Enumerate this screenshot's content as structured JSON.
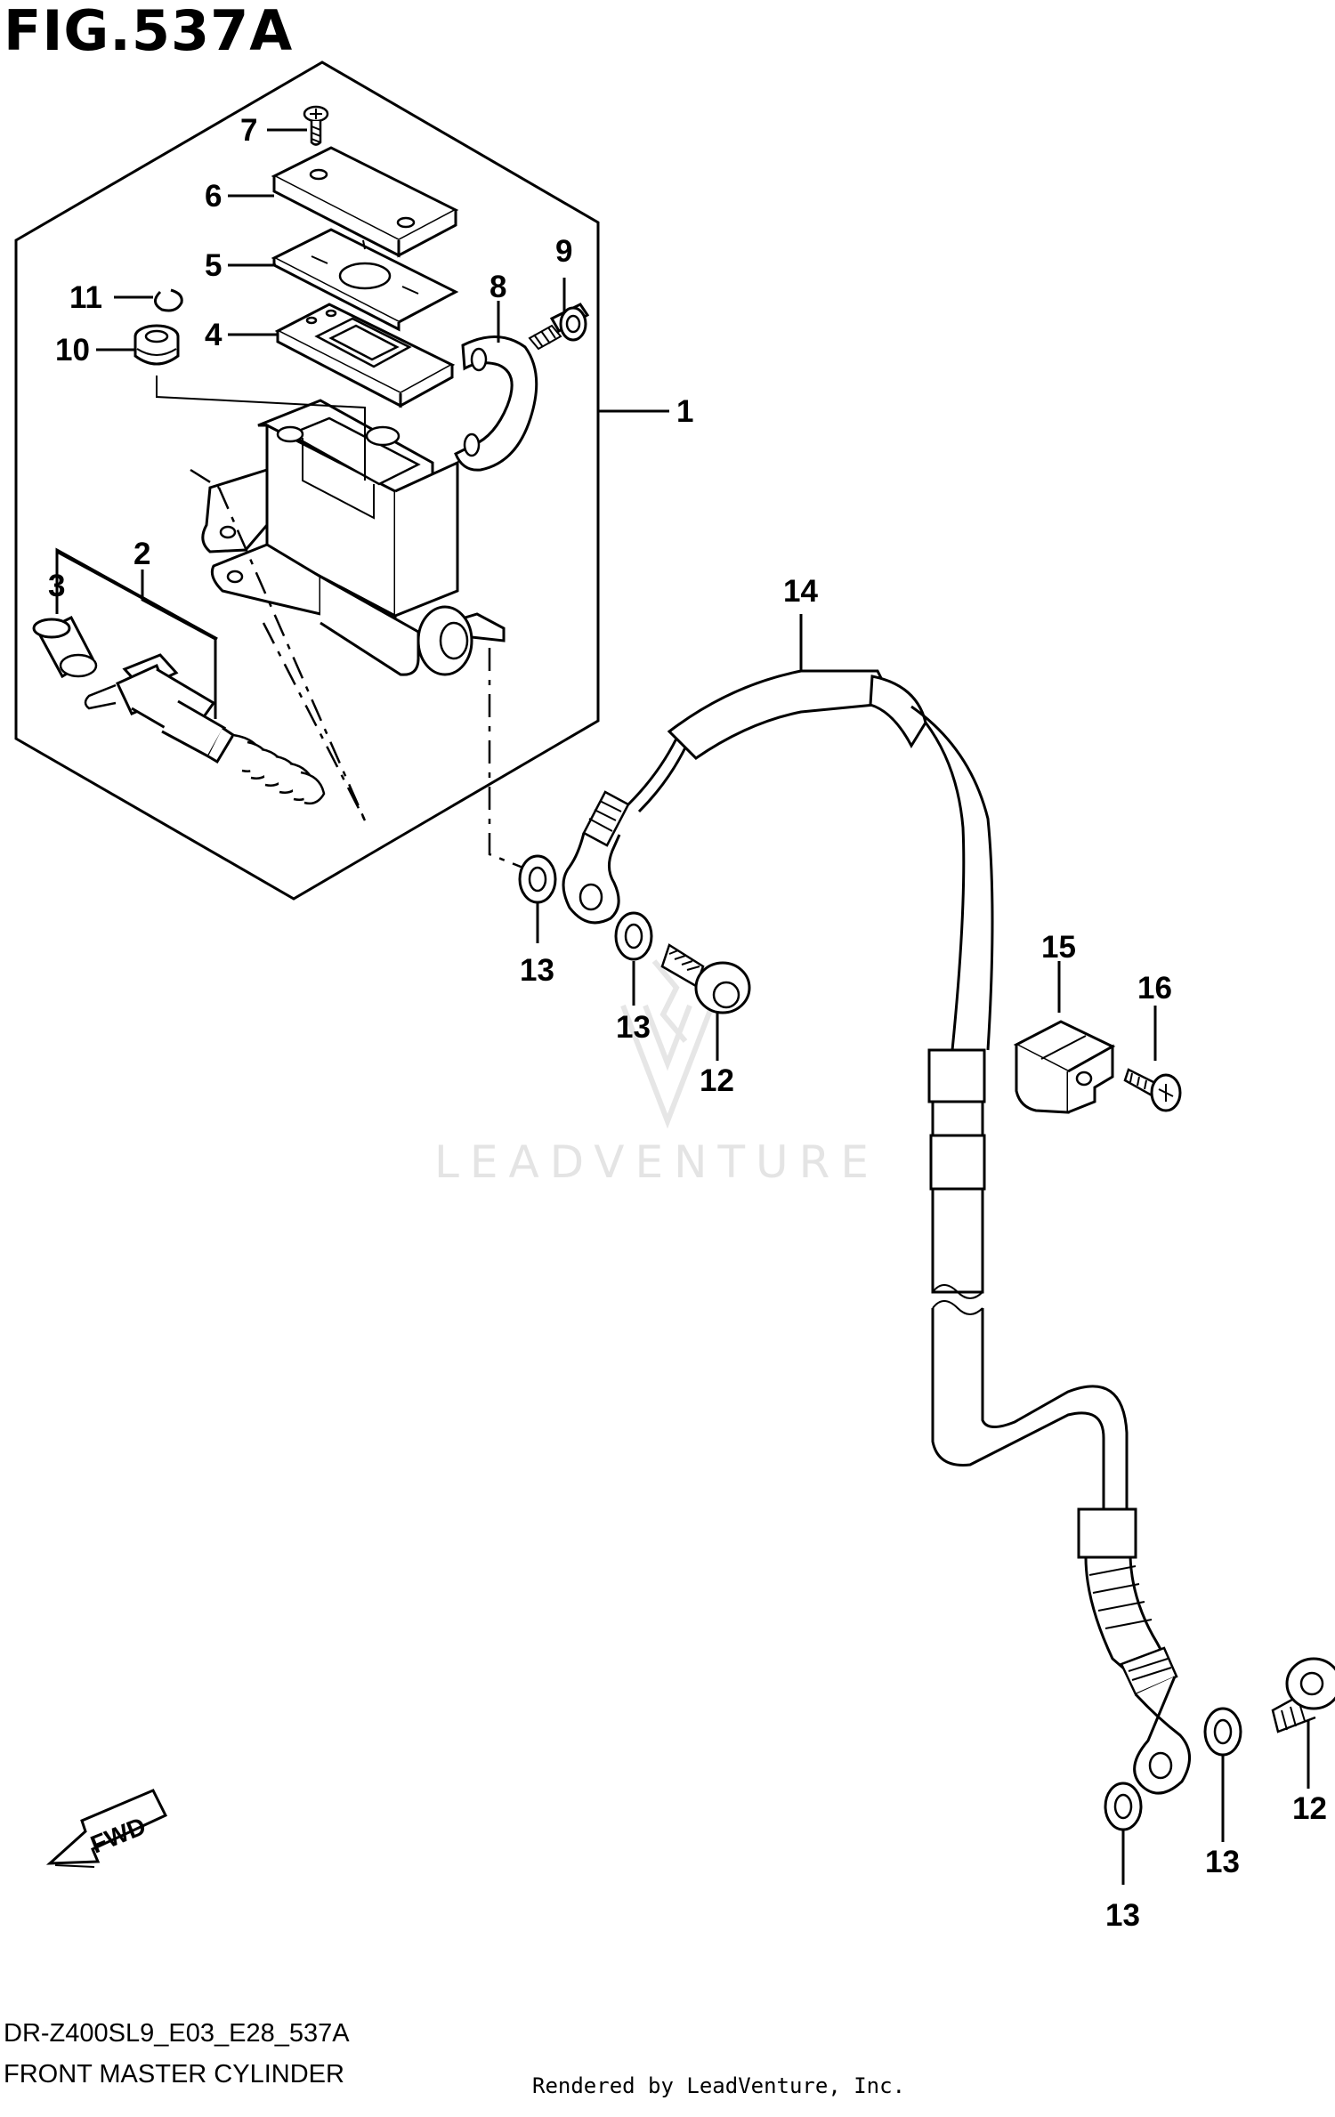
{
  "figure": {
    "title": "FIG.537A",
    "code": "DR-Z400SL9_E03_E28_537A",
    "description": "FRONT MASTER CYLINDER",
    "rendered_by": "Rendered by LeadVenture, Inc.",
    "watermark": "LEADVENTURE",
    "fwd_label": "FWD"
  },
  "callouts": [
    {
      "id": "c1",
      "label": "1"
    },
    {
      "id": "c2",
      "label": "2"
    },
    {
      "id": "c3",
      "label": "3"
    },
    {
      "id": "c4",
      "label": "4"
    },
    {
      "id": "c5",
      "label": "5"
    },
    {
      "id": "c6",
      "label": "6"
    },
    {
      "id": "c7",
      "label": "7"
    },
    {
      "id": "c8",
      "label": "8"
    },
    {
      "id": "c9",
      "label": "9"
    },
    {
      "id": "c10",
      "label": "10"
    },
    {
      "id": "c11",
      "label": "11"
    },
    {
      "id": "c12a",
      "label": "12"
    },
    {
      "id": "c12b",
      "label": "12"
    },
    {
      "id": "c13a",
      "label": "13"
    },
    {
      "id": "c13b",
      "label": "13"
    },
    {
      "id": "c13c",
      "label": "13"
    },
    {
      "id": "c13d",
      "label": "13"
    },
    {
      "id": "c14",
      "label": "14"
    },
    {
      "id": "c15",
      "label": "15"
    },
    {
      "id": "c16",
      "label": "16"
    }
  ]
}
